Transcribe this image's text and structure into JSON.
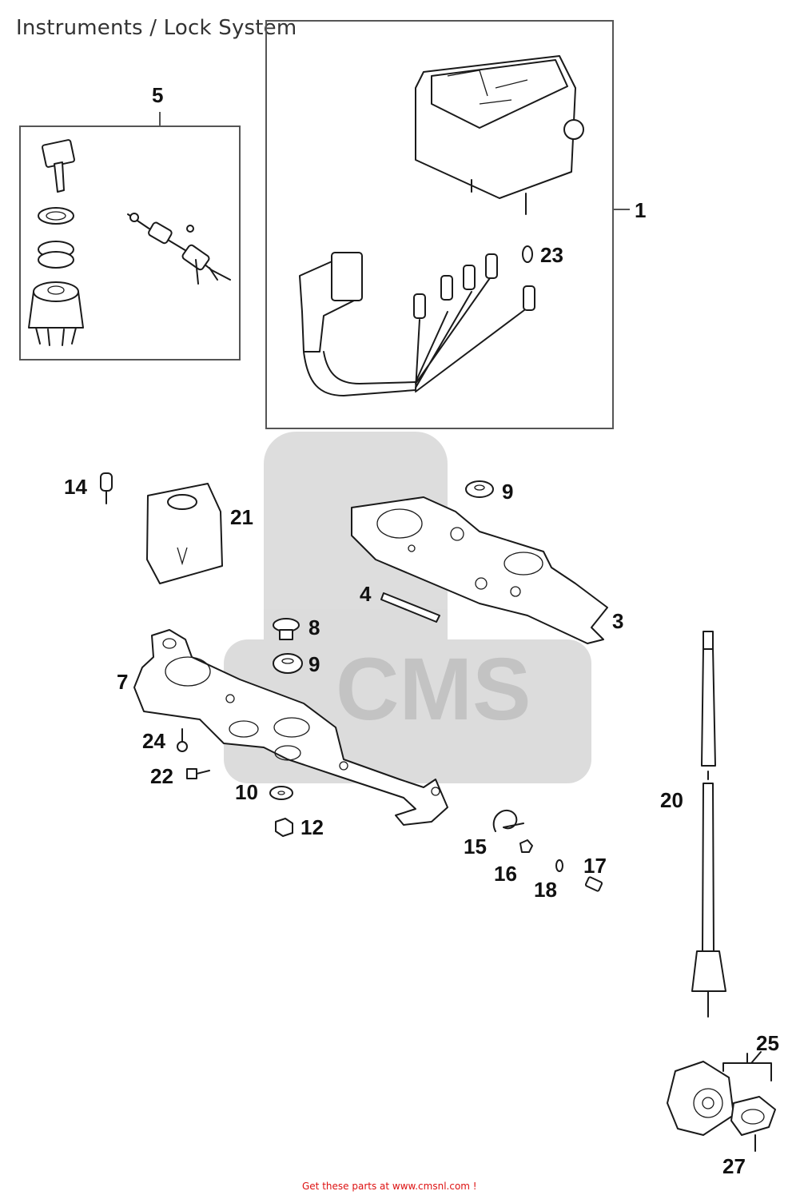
{
  "title": "Instruments / Lock System",
  "footer": "Get these parts at www.cmsnl.com !",
  "watermark": "CMS",
  "colors": {
    "footer_link": "#dd1111",
    "watermark": "#d9d9d9"
  },
  "callouts": {
    "c1": "1",
    "c3": "3",
    "c4": "4",
    "c5": "5",
    "c7": "7",
    "c8": "8",
    "c9a": "9",
    "c9b": "9",
    "c10": "10",
    "c12": "12",
    "c14": "14",
    "c15": "15",
    "c16": "16",
    "c17": "17",
    "c18": "18",
    "c20": "20",
    "c21": "21",
    "c22": "22",
    "c23": "23",
    "c24": "24",
    "c25": "25",
    "c27": "27"
  }
}
